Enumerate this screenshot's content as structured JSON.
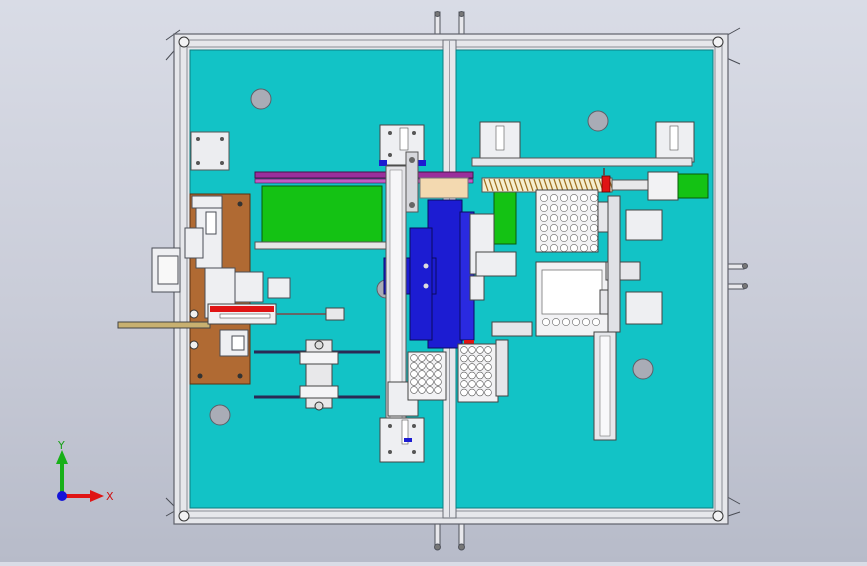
{
  "viewport": {
    "name": "cad-3d-viewport",
    "colors": {
      "frame": "#e4e6ea",
      "frame_edge": "#6c6f78",
      "plate": "#12c3c6",
      "green": "#14c214",
      "blue": "#1c1cd2",
      "magenta": "#9a2f9c",
      "brown": "#b06a33",
      "red": "#e01414"
    }
  },
  "triad": {
    "x_label": "X",
    "y_label": "Y",
    "x_color": "#e01414",
    "y_color": "#18b018",
    "z_color": "#1414d8"
  }
}
